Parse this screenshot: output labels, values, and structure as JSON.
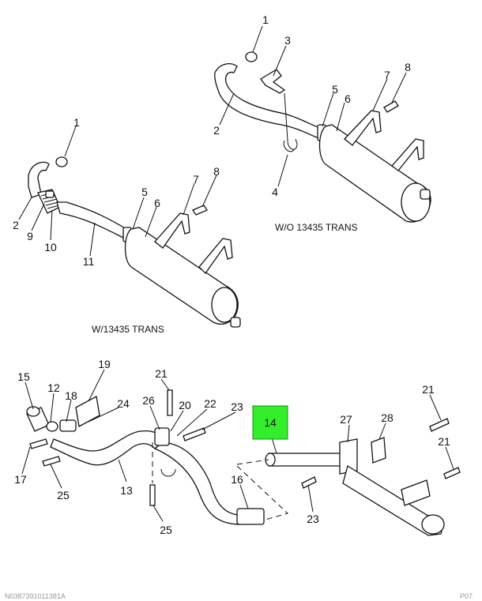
{
  "captions": {
    "without_trans": "W/O 13435 TRANS",
    "with_trans": "W/13435 TRANS"
  },
  "callouts": {
    "c1_top": "1",
    "c3": "3",
    "c8_top": "8",
    "c7_top": "7",
    "c5_top": "5",
    "c6_top": "6",
    "c2_top": "2",
    "c4": "4",
    "c1_left": "1",
    "c2_left": "2",
    "c9": "9",
    "c10": "10",
    "c11": "11",
    "c5_left": "5",
    "c6_left": "6",
    "c7_left": "7",
    "c8_left": "8",
    "c15": "15",
    "c12": "12",
    "c18": "18",
    "c19": "19",
    "c24": "24",
    "c17": "17",
    "c25_a": "25",
    "c13": "13",
    "c21_mid": "21",
    "c26": "26",
    "c20": "20",
    "c22": "22",
    "c23_mid": "23",
    "c25_b": "25",
    "c16": "16",
    "c14": "14",
    "c27": "27",
    "c28": "28",
    "c21_right_a": "21",
    "c21_right_b": "21",
    "c23_right": "23"
  },
  "highlight": {
    "callout": "14",
    "color": "#33ee2a"
  },
  "footer": {
    "left": "N0387391011381A",
    "right": "P07"
  }
}
